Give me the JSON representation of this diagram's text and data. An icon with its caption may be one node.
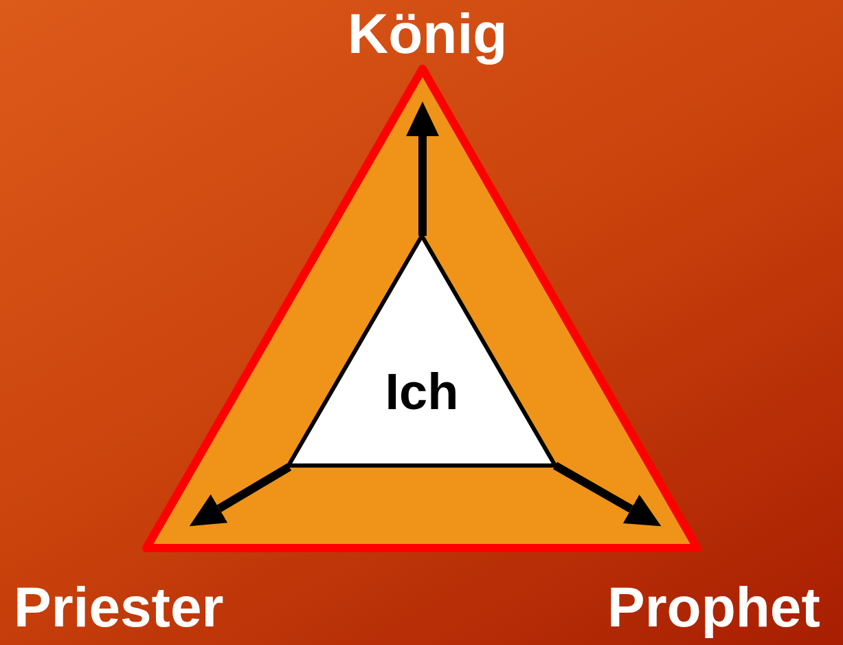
{
  "diagram": {
    "nodes": [
      {
        "text": [],
        "shape": "triangle"
      },
      {
        "text": [
          "Ich"
        ],
        "in": 0
      },
      {
        "text": [
          "König"
        ]
      },
      {
        "text": [
          "Priester"
        ]
      },
      {
        "text": [
          "Prophet"
        ]
      }
    ],
    "edges": [
      {
        "from": 1,
        "to": 2,
        "arrow": "to"
      },
      {
        "from": 1,
        "to": 3,
        "arrow": "to"
      },
      {
        "from": 1,
        "to": 4,
        "arrow": "to"
      }
    ]
  }
}
